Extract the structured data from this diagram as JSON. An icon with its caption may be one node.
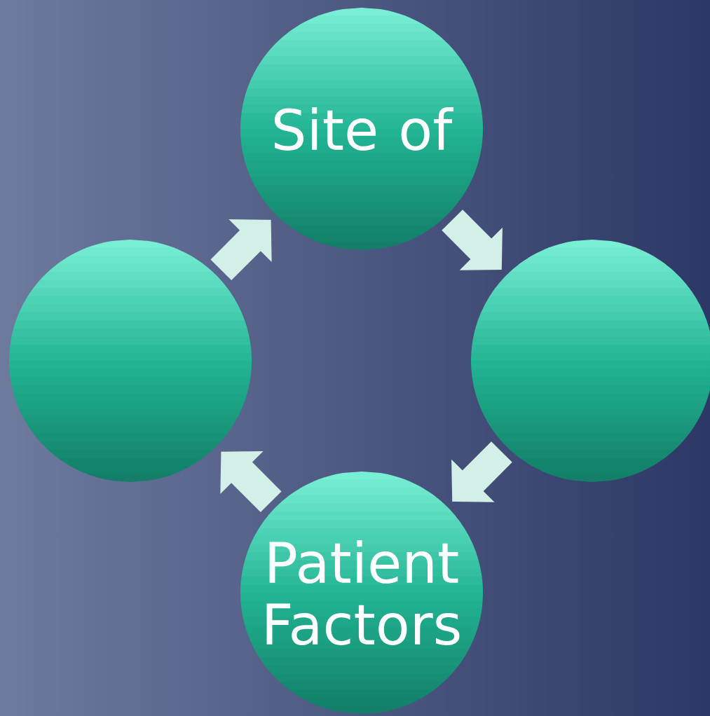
{
  "diagram": {
    "nodes": [
      {
        "text": [
          "Site of"
        ]
      },
      {
        "text": [],
        "shape": "circle"
      },
      {
        "text": [
          "Patient Factors"
        ]
      },
      {
        "text": [],
        "shape": "circle"
      }
    ],
    "edges": [
      {
        "from": 0,
        "to": 3,
        "arrow": "to"
      },
      {
        "from": 3,
        "to": 2,
        "arrow": "to"
      },
      {
        "from": 2,
        "to": 1,
        "arrow": "to"
      },
      {
        "from": 1,
        "to": 0,
        "arrow": "to"
      }
    ]
  }
}
